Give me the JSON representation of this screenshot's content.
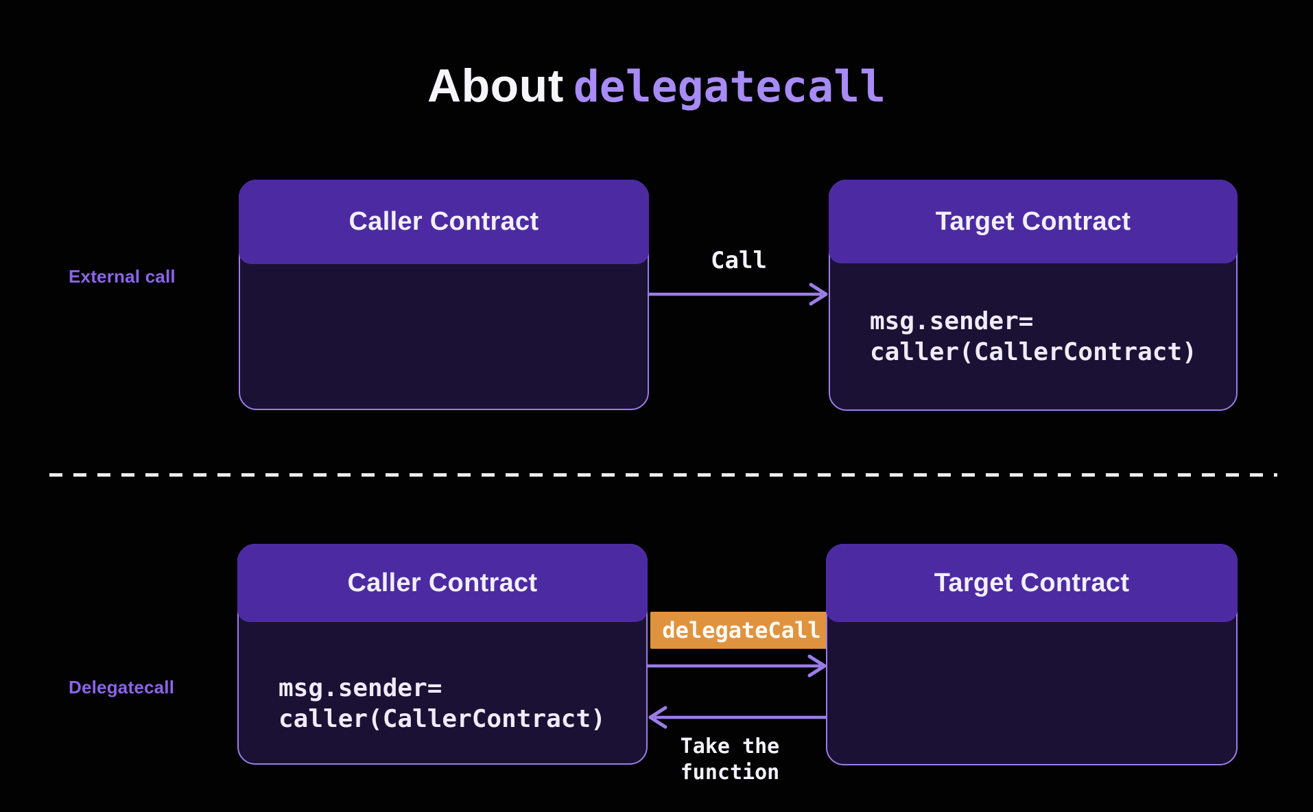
{
  "title": {
    "prefix": "About",
    "code": "delegatecall"
  },
  "colors": {
    "page_bg": "#020202",
    "box_header_purple": "#4c2ba2",
    "box_body_purple": "#1b1134",
    "border_arrow_purple": "#9c7de8",
    "row_label_purple": "#8c65e8",
    "title_code_purple": "#a78bf6",
    "badge_orange": "#e0933f",
    "text_white": "#f7f5fc",
    "divider_white": "#ececec"
  },
  "external_section": {
    "row_label": "External call",
    "caller_box": {
      "header": "Caller Contract"
    },
    "call_arrow_label": "Call",
    "target_box": {
      "header": "Target Contract",
      "code_line1": "msg.sender=",
      "code_line2": "caller(CallerContract)"
    }
  },
  "delegatecall_section": {
    "row_label": "Delegatecall",
    "caller_box": {
      "header": "Caller Contract",
      "code_line1": "msg.sender=",
      "code_line2": "caller(CallerContract)"
    },
    "badge_label": "delegateCall",
    "return_label_line1": "Take the",
    "return_label_line2": "function",
    "target_box": {
      "header": "Target Contract"
    }
  }
}
